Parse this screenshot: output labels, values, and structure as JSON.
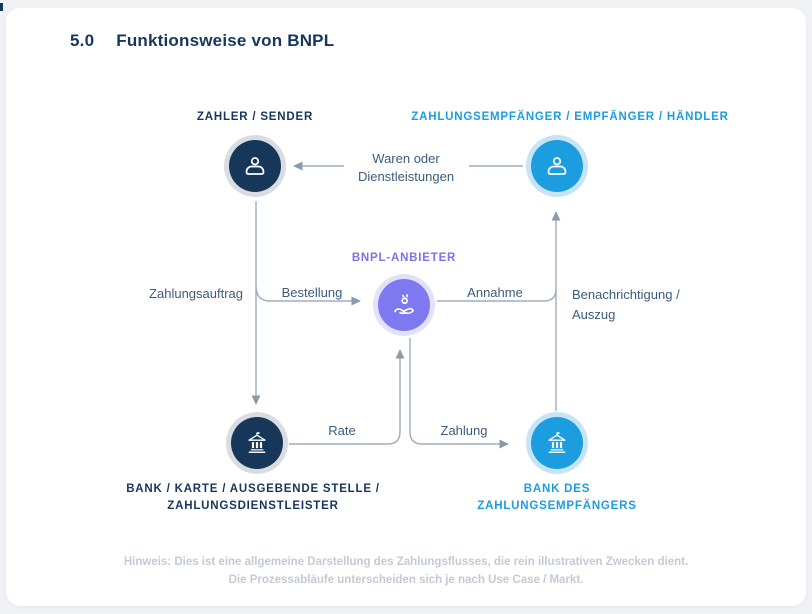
{
  "page": {
    "section_number": "5.0",
    "title": "Funktionsweise von BNPL"
  },
  "diagram": {
    "nodes": {
      "payer": {
        "label": "ZAHLER / SENDER",
        "icon": "person",
        "circle_color": "#17375A"
      },
      "payee": {
        "label": "ZAHLUNGSEMPFÄNGER / EMPFÄNGER / HÄNDLER",
        "icon": "person",
        "circle_color": "#1B9DE0"
      },
      "bnpl": {
        "label": "BNPL-ANBIETER",
        "icon": "hand-coin",
        "circle_color": "#7E79F1"
      },
      "payer_bank": {
        "label_line1": "BANK / KARTE / AUSGEBENDE STELLE /",
        "label_line2": "ZAHLUNGSDIENSTLEISTER",
        "icon": "bank",
        "circle_color": "#17375A"
      },
      "payee_bank": {
        "label_line1": "BANK DES",
        "label_line2": "ZAHLUNGSEMPFÄNGERS",
        "icon": "bank",
        "circle_color": "#1B9DE0"
      }
    },
    "flows": {
      "goods": {
        "label_line1": "Waren oder",
        "label_line2": "Dienstleistungen",
        "from": "payee",
        "to": "payer"
      },
      "payment_order": {
        "label": "Zahlungsauftrag",
        "from": "payer",
        "to": "payer_bank"
      },
      "order": {
        "label": "Bestellung",
        "from": "payer",
        "to": "bnpl"
      },
      "acceptance": {
        "label": "Annahme",
        "from": "bnpl",
        "to": "payee"
      },
      "notification": {
        "label_line1": "Benachrichtigung /",
        "label_line2": "Auszug",
        "from": "payee_bank",
        "to": "payee"
      },
      "installment": {
        "label": "Rate",
        "from": "payer_bank",
        "to": "bnpl"
      },
      "payment": {
        "label": "Zahlung",
        "from": "bnpl",
        "to": "payee_bank"
      }
    }
  },
  "footer": {
    "line1": "Hinweis: Dies ist eine allgemeine Darstellung des Zahlungsflusses, die rein illustrativen Zwecken dient.",
    "line2": "Die Prozessabläufe unterscheiden sich je nach Use Case / Markt."
  },
  "colors": {
    "dark_navy": "#17375A",
    "heading_navy": "#16365C",
    "blue": "#1B9DE0",
    "purple": "#7E79F1",
    "purple_text": "#7B72EE",
    "blue_ring": "#C6E4F6",
    "navy_ring": "#D9DDE2",
    "purple_ring": "#E2E1FB",
    "line_gray": "#9FADBB",
    "flow_label": "#3C5C7E",
    "footer_gray": "#C4CAD5",
    "page_bg": "#EFF1F4",
    "card_bg": "#FFFFFF"
  }
}
